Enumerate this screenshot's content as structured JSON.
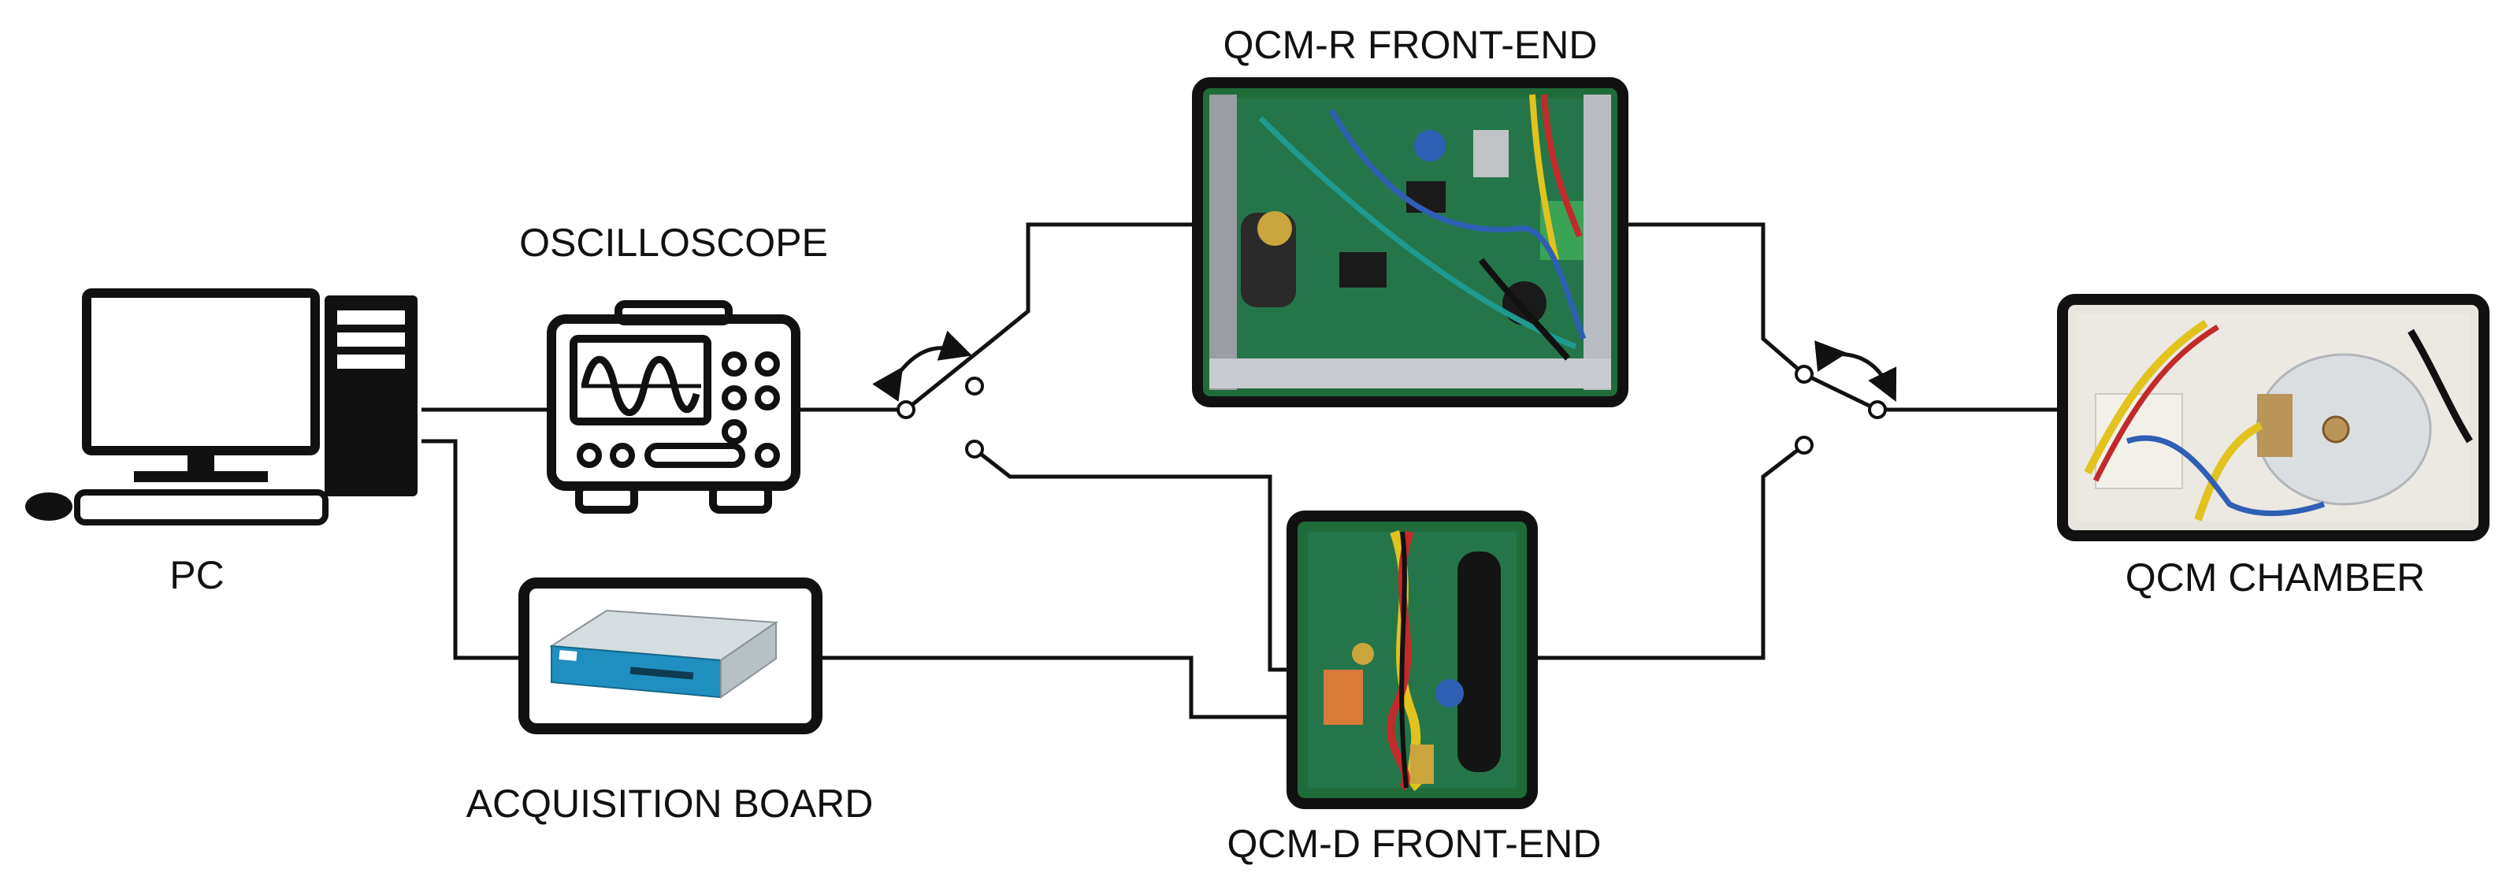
{
  "labels": {
    "pc": "PC",
    "oscilloscope": "OSCILLOSCOPE",
    "acquisition_board": "ACQUISITION BOARD",
    "qcm_r_front_end": "QCM-R FRONT-END",
    "qcm_d_front_end": "QCM-D FRONT-END",
    "qcm_chamber": "QCM CHAMBER"
  },
  "icons": {
    "pc": "desktop-computer-icon",
    "oscilloscope": "oscilloscope-icon",
    "switch_left": "switch-toggle-icon",
    "switch_right": "switch-toggle-icon"
  },
  "colors": {
    "line": "#111111",
    "frame": "#111111",
    "pcb_green": "#1f6b3a",
    "daq_body": "#cfd6da",
    "daq_accent": "#1f8fbf"
  }
}
